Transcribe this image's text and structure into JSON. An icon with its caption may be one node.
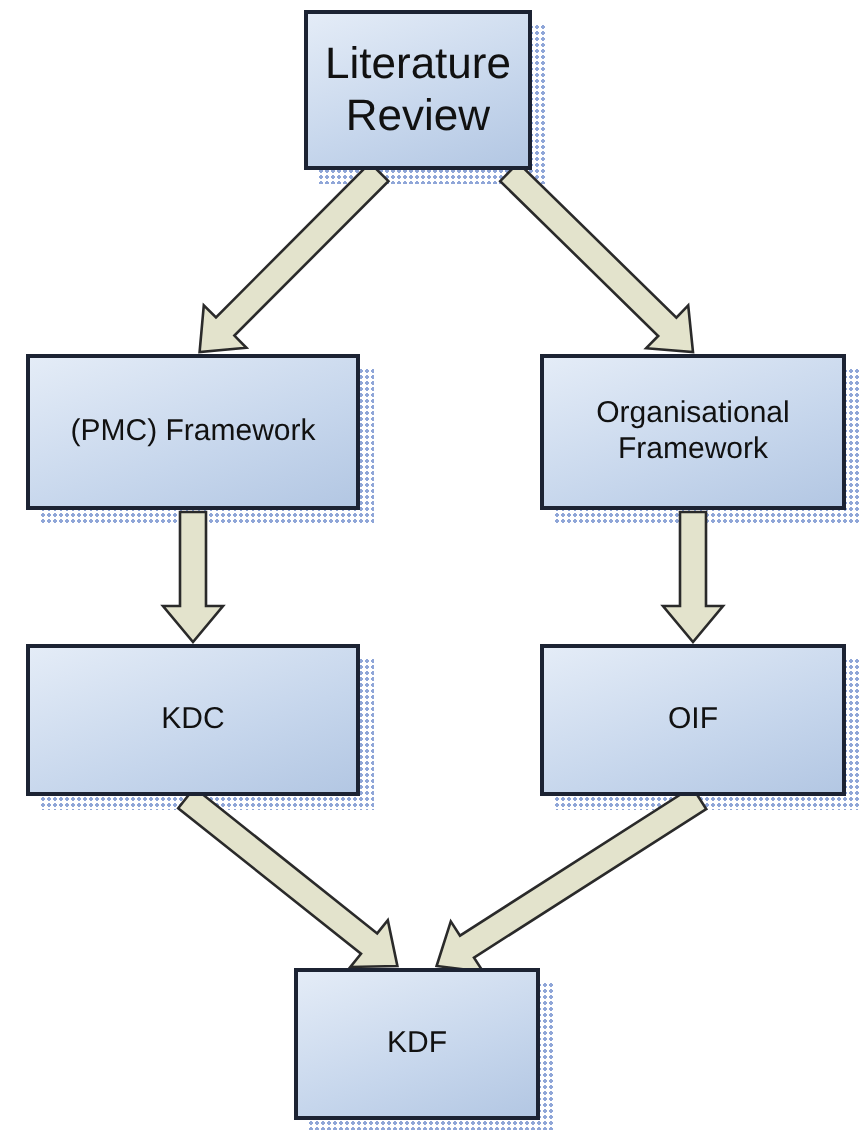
{
  "diagram": {
    "nodes": [
      {
        "text": [
          "Literature Review"
        ]
      },
      {
        "text": [
          "(PMC) Framework"
        ]
      },
      {
        "text": [
          "Organisational Framework"
        ]
      },
      {
        "text": [
          "KDC"
        ]
      },
      {
        "text": [
          "OIF"
        ]
      },
      {
        "text": [
          "KDF"
        ]
      }
    ],
    "edges": [
      {
        "from": 0,
        "to": 1,
        "arrow": "to"
      },
      {
        "from": 0,
        "to": 2,
        "arrow": "to"
      },
      {
        "from": 1,
        "to": 3,
        "arrow": "to"
      },
      {
        "from": 2,
        "to": 4,
        "arrow": "to"
      },
      {
        "from": 3,
        "to": 5,
        "arrow": "to"
      },
      {
        "from": 4,
        "to": 5,
        "arrow": "to"
      }
    ]
  }
}
